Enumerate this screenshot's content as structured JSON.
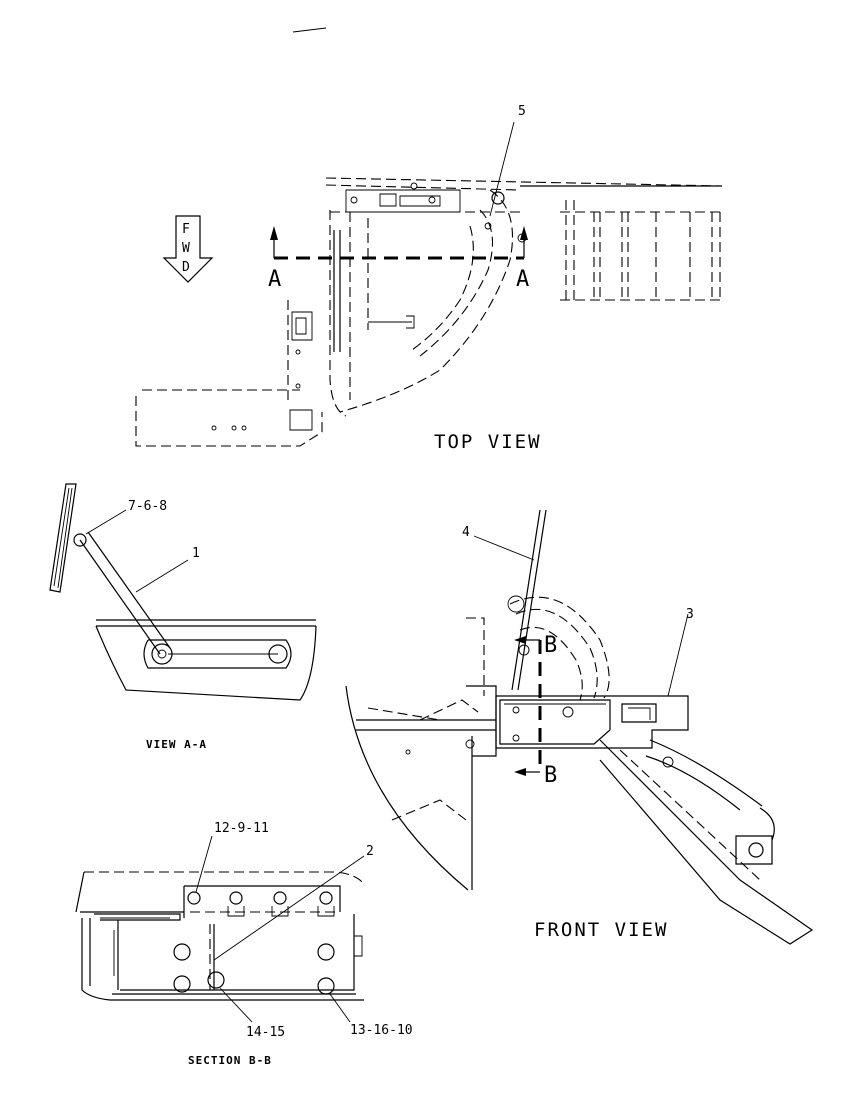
{
  "views": {
    "top_view": "TOP VIEW",
    "front_view": "FRONT VIEW",
    "view_a": "VIEW A-A",
    "section_b": "SECTION B-B"
  },
  "direction": {
    "letters": [
      "F",
      "W",
      "D"
    ]
  },
  "section_marks": {
    "a_left": "A",
    "a_right": "A",
    "b_top": "B",
    "b_bottom": "B"
  },
  "callouts": {
    "c1": "1",
    "c2": "2",
    "c3": "3",
    "c4": "4",
    "c5": "5",
    "c7_6_8": "7-6-8",
    "c12_9_11": "12-9-11",
    "c14_15": "14-15",
    "c13_16_10": "13-16-10"
  }
}
